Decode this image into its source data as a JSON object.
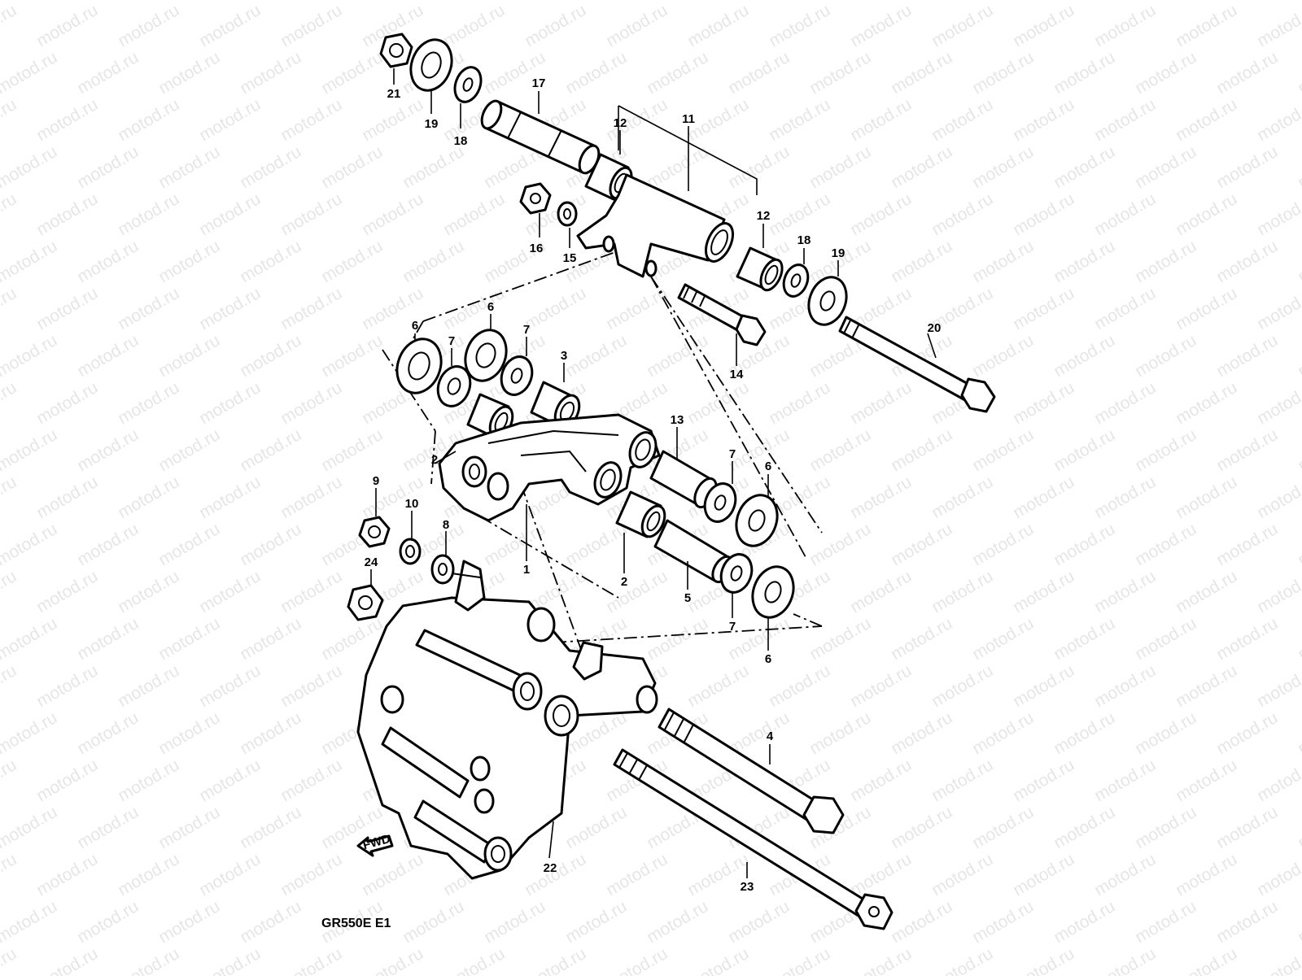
{
  "watermark": "motod.ru",
  "diagram_code": "GR550E E1",
  "fwd_label": "FWD",
  "colors": {
    "line": "#000000",
    "background": "#ffffff",
    "watermark": "#e6e6e6"
  },
  "parts": {
    "p1a": "1",
    "p1b": "1",
    "p2a": "2",
    "p2b": "2",
    "p3": "3",
    "p4": "4",
    "p5": "5",
    "p6a": "6",
    "p6b": "6",
    "p6c": "6",
    "p6d": "6",
    "p7a": "7",
    "p7b": "7",
    "p7c": "7",
    "p7d": "7",
    "p8": "8",
    "p9": "9",
    "p10": "10",
    "p11": "11",
    "p12a": "12",
    "p12b": "12",
    "p13": "13",
    "p14": "14",
    "p15": "15",
    "p16": "16",
    "p17": "17",
    "p18a": "18",
    "p18b": "18",
    "p19a": "19",
    "p19b": "19",
    "p20": "20",
    "p21": "21",
    "p22": "22",
    "p23": "23",
    "p24": "24"
  }
}
